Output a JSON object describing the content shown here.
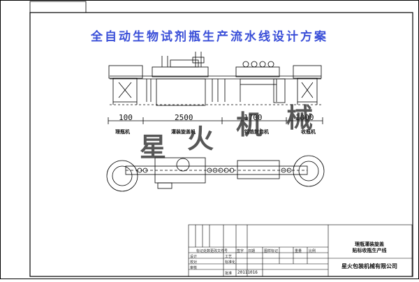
{
  "title": "全自动生物试剂瓶生产流水线设计方案",
  "dimensions": [
    "100",
    "2500",
    "1700",
    "1000"
  ],
  "machines": [
    "理瓶机",
    "灌装旋盖机",
    "铝箔封口机",
    "收瓶机"
  ],
  "watermark": [
    "星",
    "火",
    "机",
    "械"
  ],
  "title_block": {
    "line_title_1": "理瓶灌装旋盖",
    "line_title_2": "贴标收瓶生产线",
    "company": "星火包装机械有限公司",
    "date": "20111016",
    "labels": [
      "标记",
      "处数",
      "更改文件号",
      "签字",
      "日期",
      "设计",
      "校对",
      "审核",
      "工艺",
      "标准化",
      "批准",
      "图样标记",
      "重量",
      "比例"
    ]
  }
}
